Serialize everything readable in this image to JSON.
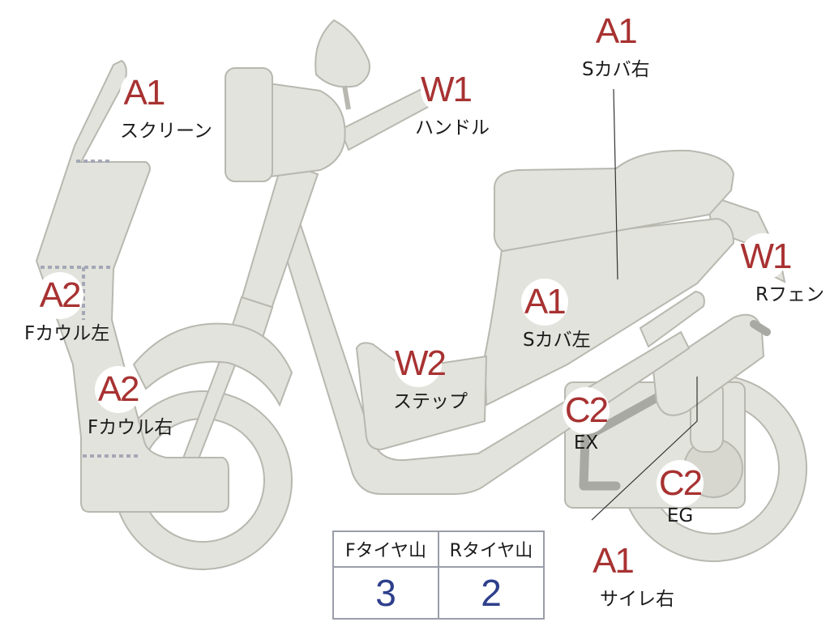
{
  "markers": [
    {
      "id": "screen",
      "grade": "A1",
      "part": "スクリーン"
    },
    {
      "id": "handle",
      "grade": "W1",
      "part": "ハンドル"
    },
    {
      "id": "side-cover-right",
      "grade": "A1",
      "part": "Sカバ右"
    },
    {
      "id": "front-cowl-left",
      "grade": "A2",
      "part": "Fカウル左"
    },
    {
      "id": "rear-fender",
      "grade": "W1",
      "part": "Rフェン"
    },
    {
      "id": "side-cover-left",
      "grade": "A1",
      "part": "Sカバ左"
    },
    {
      "id": "step",
      "grade": "W2",
      "part": "ステップ"
    },
    {
      "id": "front-cowl-right",
      "grade": "A2",
      "part": "Fカウル右"
    },
    {
      "id": "exhaust",
      "grade": "C2",
      "part": "EX"
    },
    {
      "id": "engine",
      "grade": "C2",
      "part": "EG"
    },
    {
      "id": "muffler-right",
      "grade": "A1",
      "part": "サイレ右"
    }
  ],
  "tire_table": {
    "headers": [
      "Fタイヤ山",
      "Rタイヤ山"
    ],
    "values": [
      "3",
      "2"
    ]
  },
  "colors": {
    "body": "#e3e3dd",
    "outline": "#b8b8b0",
    "grade_text": "#a83232",
    "tire_value": "#2d3f8c"
  }
}
